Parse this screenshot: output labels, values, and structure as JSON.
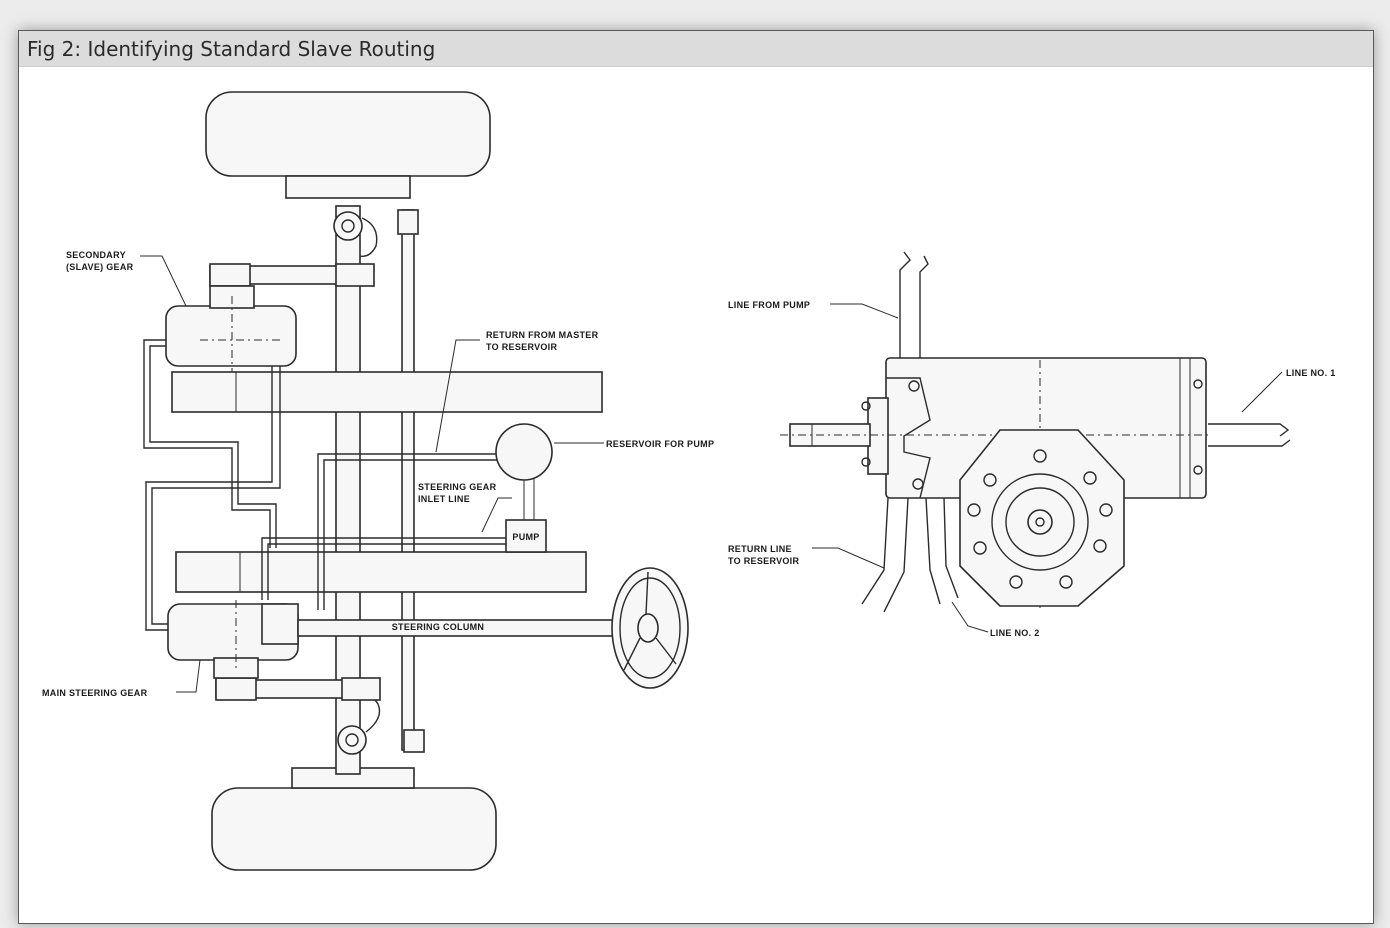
{
  "figure": {
    "title": "Fig 2: Identifying Standard Slave Routing"
  },
  "labels": {
    "secondary_gear_line1": "SECONDARY",
    "secondary_gear_line2": "(SLAVE) GEAR",
    "return_master_line1": "RETURN FROM MASTER",
    "return_master_line2": "TO RESERVOIR",
    "reservoir_for_pump": "RESERVOIR FOR PUMP",
    "inlet_line1": "STEERING GEAR",
    "inlet_line2": "INLET LINE",
    "pump": "PUMP",
    "steering_column": "STEERING COLUMN",
    "main_steering_gear": "MAIN STEERING GEAR",
    "line_from_pump": "LINE FROM PUMP",
    "line_no_1": "LINE NO. 1",
    "return_line1": "RETURN LINE",
    "return_line2": "TO RESERVOIR",
    "line_no_2": "LINE NO. 2"
  },
  "colors": {
    "header_bg": "#dcdcdc",
    "line": "#2b2b2b"
  }
}
